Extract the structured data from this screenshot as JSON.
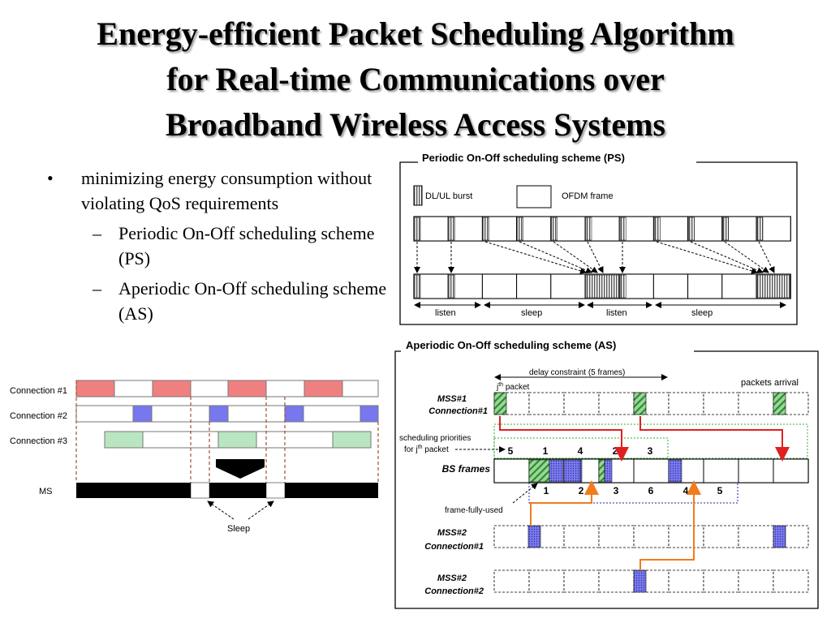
{
  "title": {
    "line1": "Energy-efficient Packet Scheduling Algorithm",
    "line2": "for Real-time Communications over",
    "line3": "Broadband Wireless Access Systems"
  },
  "bullets": {
    "main": "minimizing energy consumption without violating QoS requirements",
    "sub": [
      "Periodic On-Off scheduling scheme (PS)",
      "Aperiodic On-Off scheduling scheme (AS)"
    ],
    "bullet_char": "•",
    "dash_char": "–"
  },
  "left_diagram": {
    "connections": [
      "Connection #1",
      "Connection #2",
      "Connection #3"
    ],
    "ms_label": "MS",
    "sleep_label": "Sleep"
  },
  "ps_diagram": {
    "title": "Periodic On-Off scheduling scheme (PS)",
    "legend_burst": "DL/UL burst",
    "legend_frame": "OFDM frame",
    "phases": [
      "listen",
      "sleep",
      "listen",
      "sleep"
    ]
  },
  "as_diagram": {
    "title": "Aperiodic On-Off scheduling scheme (AS)",
    "delay_constraint": "delay constraint (5 frames)",
    "jth_packet_j": "j",
    "jth_packet_sup": "th",
    "jth_packet_rest": " packet",
    "packets_arrival": "packets arrival",
    "mss1_conn1_a": "MSS#1",
    "mss1_conn1_b": "Connection#1",
    "sched_priorities_a": "scheduling priorities",
    "sched_priorities_b": "for j",
    "sched_priorities_sup": "th",
    "sched_priorities_c": " packet",
    "priorities": [
      "5",
      "1",
      "4",
      "2",
      "3"
    ],
    "bs_frames": "BS frames",
    "frame_order": [
      "1",
      "2",
      "3",
      "6",
      "4",
      "5"
    ],
    "frame_fully_used": "frame-fully-used",
    "mss2_conn1_a": "MSS#2",
    "mss2_conn1_b": "Connection#1",
    "mss2_conn2_a": "MSS#2",
    "mss2_conn2_b": "Connection#2"
  },
  "colors": {
    "red_block": "#f08080",
    "blue_block": "#7777ee",
    "green_block": "#b9e6c0",
    "arrow_red": "#e02020",
    "arrow_orange": "#f07c1c",
    "dashed_green": "#33aa33",
    "dashed_blue": "#2222aa"
  }
}
